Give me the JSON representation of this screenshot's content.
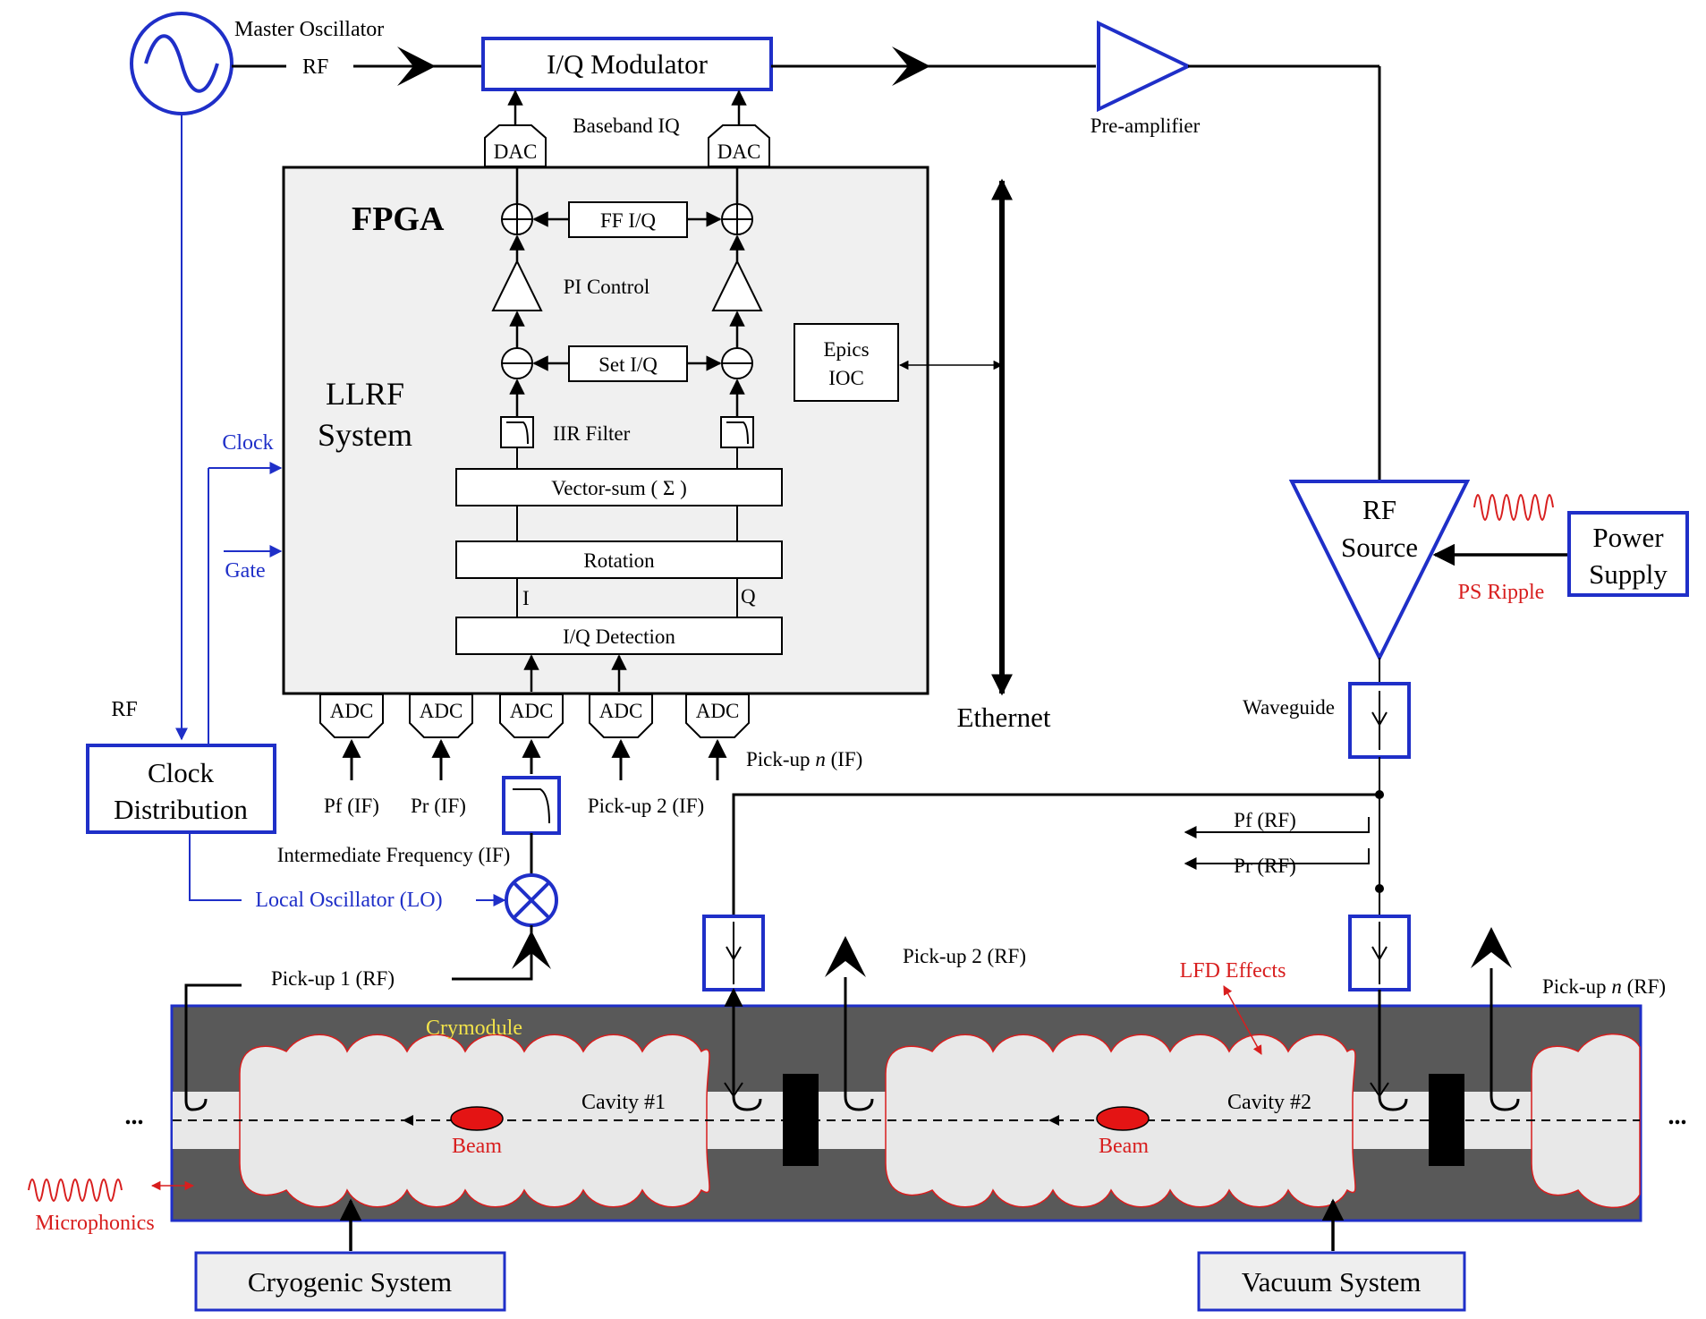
{
  "colors": {
    "blue": "#1f2fc8",
    "red": "#d81e1e",
    "yellow": "#f2e34a",
    "cryomodule": "#595959",
    "fpga_fill": "#f0f0f0",
    "box_fill": "#eeeeee"
  },
  "labels": {
    "master_oscillator": "Master Oscillator",
    "rf_top": "RF",
    "iq_modulator": "I/Q Modulator",
    "pre_amplifier": "Pre-amplifier",
    "baseband_iq": "Baseband IQ",
    "dac": "DAC",
    "fpga": "FPGA",
    "ff_iq": "FF I/Q",
    "pi_control": "PI Control",
    "set_iq": "Set I/Q",
    "epics_line1": "Epics",
    "epics_line2": "IOC",
    "llrf_line1": "LLRF",
    "llrf_line2": "System",
    "iir_filter": "IIR Filter",
    "vector_sum": "Vector-sum ( Σ )",
    "rotation": "Rotation",
    "i": "I",
    "q": "Q",
    "iq_detection": "I/Q Detection",
    "adc": "ADC",
    "clock": "Clock",
    "gate": "Gate",
    "rf_left": "RF",
    "clock_dist_line1": "Clock",
    "clock_dist_line2": "Distribution",
    "pf_if": "Pf (IF)",
    "pr_if": "Pr (IF)",
    "pickup2_if": "Pick-up 2 (IF)",
    "pickupn_if_prefix": "Pick-up ",
    "pickupn_if_n": "n",
    "pickupn_if_suffix": " (IF)",
    "intermediate_freq": "Intermediate Frequency (IF)",
    "local_oscillator": "Local Oscillator (LO)",
    "ethernet": "Ethernet",
    "rf_source_line1": "RF",
    "rf_source_line2": "Source",
    "power_supply_line1": "Power",
    "power_supply_line2": "Supply",
    "ps_ripple": "PS Ripple",
    "waveguide": "Waveguide",
    "pf_rf": "Pf (RF)",
    "pr_rf": "Pr (RF)",
    "pickup1_rf": "Pick-up 1 (RF)",
    "pickup2_rf": "Pick-up 2 (RF)",
    "pickupn_rf_prefix": "Pick-up ",
    "pickupn_rf_n": "n",
    "pickupn_rf_suffix": " (RF)",
    "lfd_effects": "LFD Effects",
    "crymodule": "Crymodule",
    "cavity1": "Cavity #1",
    "cavity2": "Cavity #2",
    "beam": "Beam",
    "ellipsis": "...",
    "microphonics": "Microphonics",
    "cryogenic_system": "Cryogenic System",
    "vacuum_system": "Vacuum System"
  }
}
